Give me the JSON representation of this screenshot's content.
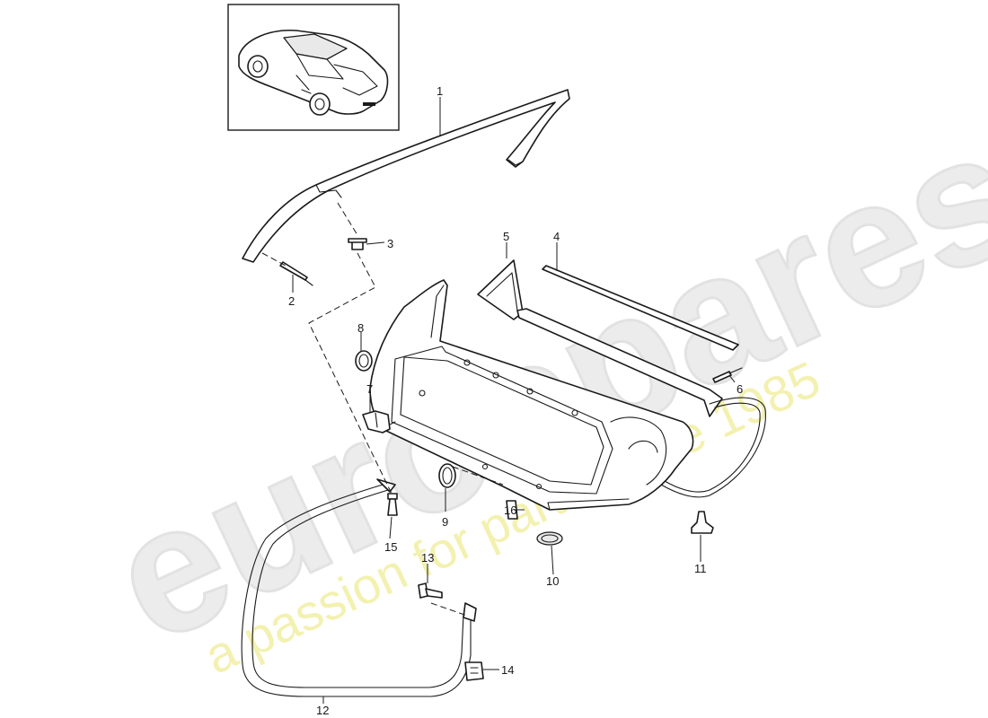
{
  "watermark": {
    "brand": "eurospares",
    "tagline": "a passion for parts since 1985"
  },
  "thumbnail": {
    "icon": "car-convertible-icon"
  },
  "callouts": {
    "c1": "1",
    "c2": "2",
    "c3": "3",
    "c4": "4",
    "c5": "5",
    "c6": "6",
    "c7": "7",
    "c8": "8",
    "c9": "9",
    "c10": "10",
    "c11": "11",
    "c12": "12",
    "c13": "13",
    "c14": "14",
    "c15": "15",
    "c16": "16"
  }
}
